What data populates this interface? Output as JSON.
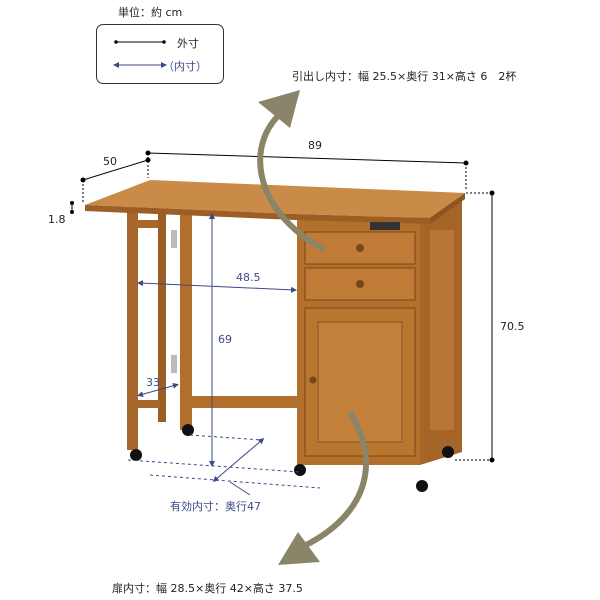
{
  "unit_label": "単位：約 cm",
  "legend": {
    "outer": "外寸",
    "inner": "（内寸）"
  },
  "drawer_note": "引出し内寸：幅 25.5×奥行 31×高さ 6　2杯",
  "door_note": "扉内寸：幅 28.5×奥行 42×高さ 37.5",
  "effective_note": "有効内寸：奥行47",
  "dimensions": {
    "width": "89",
    "depth": "50",
    "thickness": "1.8",
    "height": "70.5",
    "inner_width": "48.5",
    "inner_height": "69",
    "flap_depth": "33"
  },
  "colors": {
    "wood": "#b3702c",
    "wood_light": "#c98b47",
    "arrow": "#8a8468",
    "inner_line": "#3b4a8a"
  }
}
